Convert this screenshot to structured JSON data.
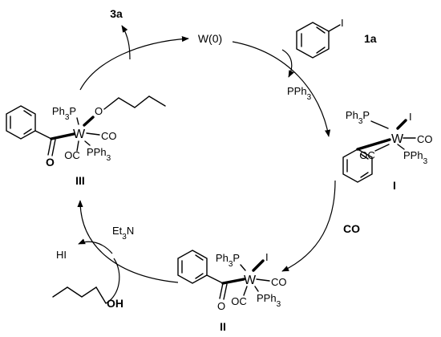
{
  "catalyst": "W(0)",
  "substrate_label": "1a",
  "product_label": "3a",
  "reagents": {
    "pph3": "PPh3",
    "co": "CO",
    "base": "Et3N",
    "hi": "HI",
    "alcohol_oh": "OH"
  },
  "intermediates": {
    "I": {
      "label": "I",
      "metal": "W",
      "ligands": [
        "Ph3P",
        "I",
        "CO",
        "OC",
        "PPh3"
      ]
    },
    "II": {
      "label": "II",
      "metal": "W",
      "ligands": [
        "Ph3P",
        "I",
        "CO",
        "OC",
        "PPh3",
        "O"
      ]
    },
    "III": {
      "label": "III",
      "metal": "W",
      "ligands": [
        "Ph3P",
        "O",
        "CO",
        "OC",
        "PPh3",
        "O"
      ]
    }
  }
}
